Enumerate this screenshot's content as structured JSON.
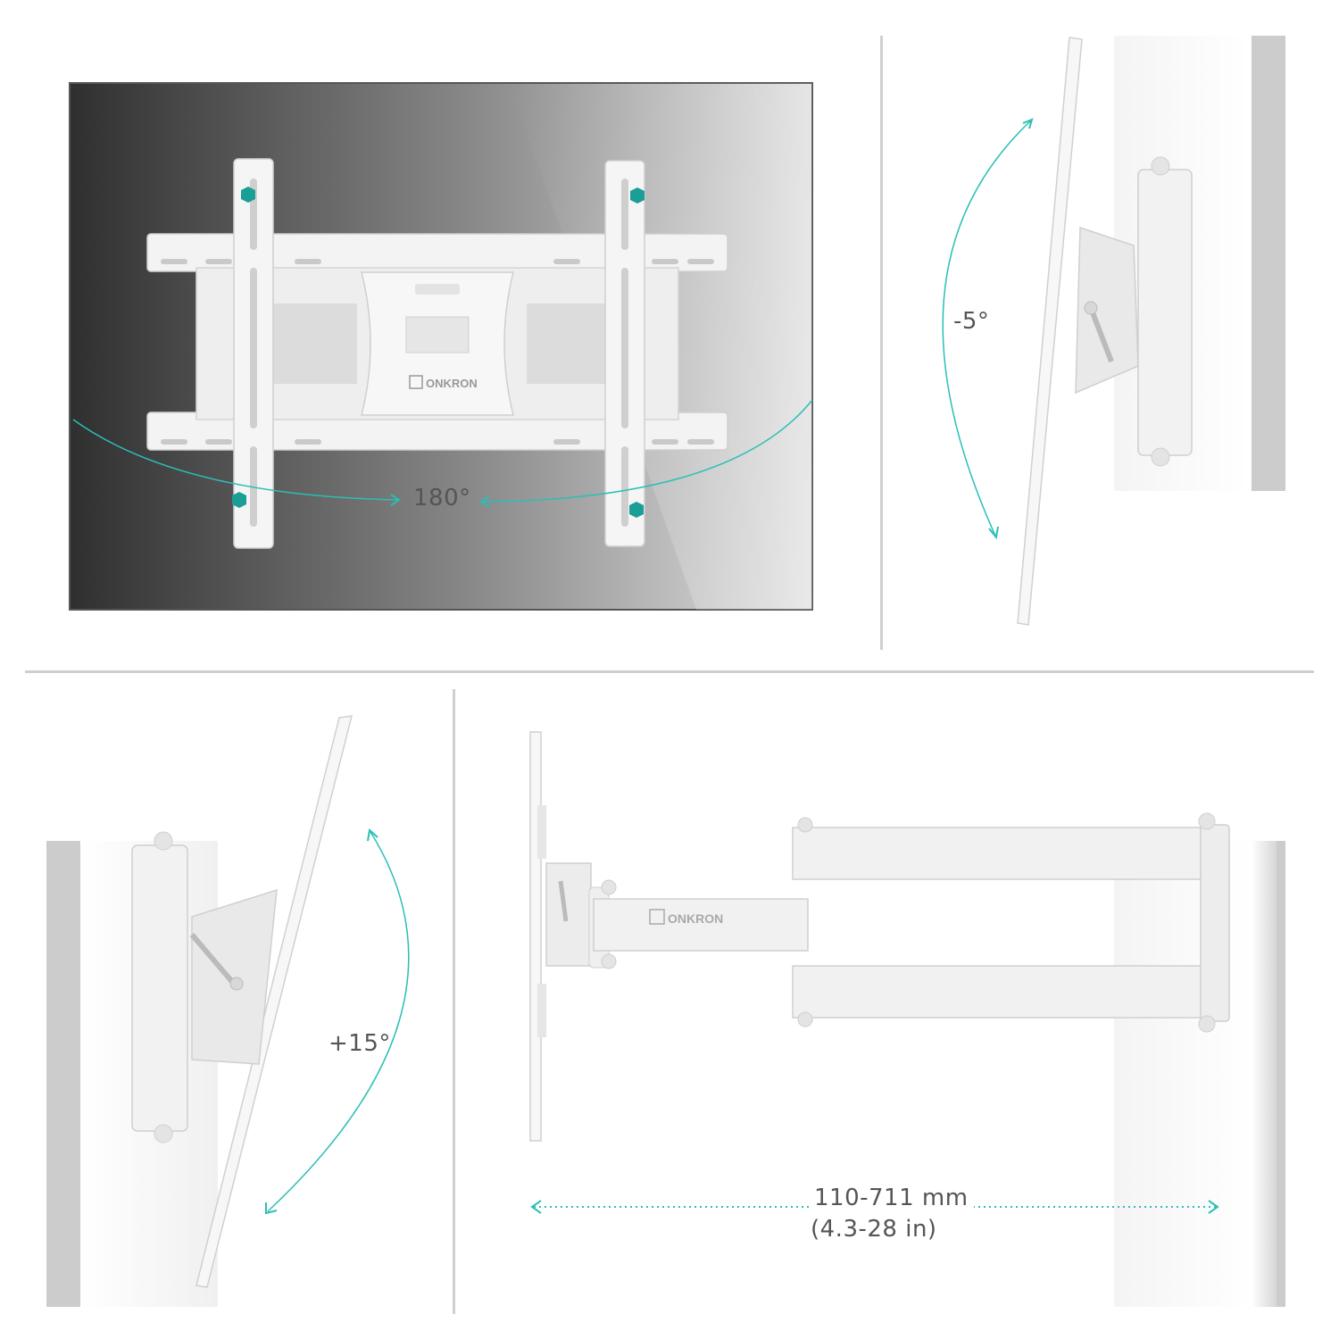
{
  "brand": "ONKRON",
  "labels": {
    "swivel": "180°",
    "tilt_down": "-5°",
    "tilt_up": "+15°",
    "extension_mm": "110-711 mm",
    "extension_in": "(4.3-28 in)"
  },
  "colors": {
    "accent": "#2bbfb5",
    "bolt": "#1a9e95",
    "tv_dark": "#3a3a3a",
    "tv_light": "#d9d9d9",
    "bracket": "#f4f4f4",
    "wall": "#e6e6e6"
  }
}
